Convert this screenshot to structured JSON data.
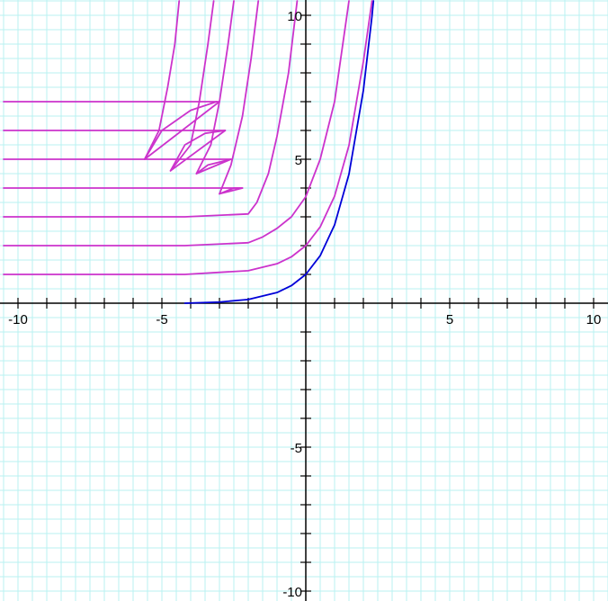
{
  "chart_data": {
    "type": "line",
    "title": "",
    "xlabel": "",
    "ylabel": "",
    "xlim": [
      -10.5,
      10.5
    ],
    "ylim": [
      -10.3,
      10.5
    ],
    "grid": true,
    "minor_grid_step": 0.5,
    "major_tick_step": 1,
    "x_tick_labels": [
      "-10",
      "-5",
      "5",
      "10"
    ],
    "y_tick_labels": [
      "10",
      "5",
      "-5",
      "-10"
    ],
    "colors": {
      "grid": "#b8f2f2",
      "axes": "#000000",
      "base_curve": "#0000d8",
      "family_curves": "#cc33cc"
    },
    "series": [
      {
        "role": "base",
        "points": [
          [
            -4.2,
            0.0
          ],
          [
            -3,
            0.04
          ],
          [
            -2,
            0.13
          ],
          [
            -1,
            0.37
          ],
          [
            -0.5,
            0.61
          ],
          [
            0,
            1.0
          ],
          [
            0.5,
            1.65
          ],
          [
            1,
            2.72
          ],
          [
            1.5,
            4.48
          ],
          [
            2,
            7.39
          ],
          [
            2.3,
            9.97
          ],
          [
            2.35,
            10.5
          ]
        ]
      },
      {
        "role": "family",
        "points": [
          [
            -10.5,
            1.0
          ],
          [
            -4.2,
            1.0
          ],
          [
            -2,
            1.13
          ],
          [
            -1,
            1.37
          ],
          [
            -0.5,
            1.61
          ],
          [
            0,
            2.0
          ],
          [
            0.5,
            2.65
          ],
          [
            1,
            3.72
          ],
          [
            1.5,
            5.48
          ],
          [
            2,
            8.39
          ],
          [
            2.3,
            10.5
          ]
        ]
      },
      {
        "role": "family",
        "points": [
          [
            -10.5,
            2.0
          ],
          [
            -4.2,
            2.0
          ],
          [
            -2,
            2.1
          ],
          [
            -1.5,
            2.3
          ],
          [
            -1,
            2.6
          ],
          [
            -0.5,
            3.0
          ],
          [
            0,
            3.7
          ],
          [
            0.5,
            5.0
          ],
          [
            1,
            7.0
          ],
          [
            1.5,
            10.5
          ]
        ]
      },
      {
        "role": "family",
        "points": [
          [
            -10.5,
            3.0
          ],
          [
            -4.2,
            3.0
          ],
          [
            -2,
            3.1
          ],
          [
            -1.7,
            3.5
          ],
          [
            -1.3,
            4.5
          ],
          [
            -1,
            5.8
          ],
          [
            -0.6,
            8.0
          ],
          [
            -0.3,
            10.5
          ]
        ]
      },
      {
        "role": "family",
        "points": [
          [
            -10.5,
            4.0
          ],
          [
            -2.2,
            4.0
          ],
          [
            -3.0,
            3.8
          ],
          [
            -2.6,
            4.8
          ],
          [
            -2.2,
            6.5
          ],
          [
            -1.9,
            8.5
          ],
          [
            -1.65,
            10.5
          ]
        ]
      },
      {
        "role": "family",
        "points": [
          [
            -10.5,
            5.0
          ],
          [
            -2.6,
            5.0
          ],
          [
            -3.8,
            4.5
          ],
          [
            -3.3,
            5.5
          ],
          [
            -3.0,
            7.0
          ],
          [
            -2.7,
            9.0
          ],
          [
            -2.5,
            10.5
          ]
        ]
      },
      {
        "role": "family",
        "points": [
          [
            -10.5,
            6.0
          ],
          [
            -2.8,
            6.0
          ],
          [
            -4.7,
            4.6
          ],
          [
            -4.0,
            5.5
          ],
          [
            -3.7,
            7.0
          ],
          [
            -3.4,
            9.0
          ],
          [
            -3.2,
            10.5
          ]
        ]
      },
      {
        "role": "family",
        "points": [
          [
            -10.5,
            7.0
          ],
          [
            -3.0,
            7.0
          ],
          [
            -5.6,
            5.0
          ],
          [
            -5.1,
            6.0
          ],
          [
            -4.8,
            7.5
          ],
          [
            -4.55,
            9.0
          ],
          [
            -4.4,
            10.5
          ]
        ]
      },
      {
        "role": "family",
        "points": [
          [
            -5.6,
            5.0
          ],
          [
            -5.0,
            6.0
          ],
          [
            -4.0,
            6.7
          ],
          [
            -3.1,
            7.0
          ]
        ]
      },
      {
        "role": "family",
        "points": [
          [
            -4.7,
            4.6
          ],
          [
            -4.2,
            5.5
          ],
          [
            -3.5,
            5.9
          ],
          [
            -2.8,
            6.0
          ]
        ]
      },
      {
        "role": "family",
        "points": [
          [
            -3.8,
            4.5
          ],
          [
            -3.4,
            4.8
          ],
          [
            -2.6,
            5.0
          ]
        ]
      },
      {
        "role": "family",
        "points": [
          [
            -3.0,
            3.8
          ],
          [
            -2.5,
            4.0
          ],
          [
            -2.2,
            4.0
          ]
        ]
      }
    ]
  }
}
